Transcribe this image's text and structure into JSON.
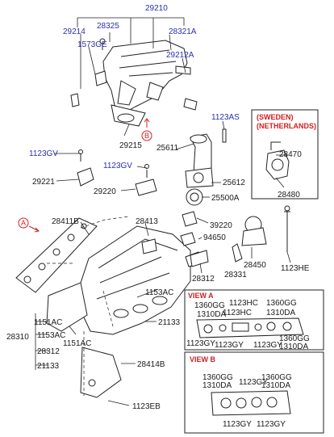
{
  "parts": {
    "p29210": "29210",
    "p29214": "29214",
    "p28325": "28325",
    "p28321A": "28321A",
    "p1573GE": "1573GE",
    "p29212A": "29212A",
    "p1123AS": "1123AS",
    "p29215": "29215",
    "p25611": "25611",
    "p1123GV_a": "1123GV",
    "p29221": "29221",
    "p1123GV_b": "1123GV",
    "p25612": "25612",
    "p29220": "29220",
    "p25500A": "25500A",
    "p28411B": "28411B",
    "p28413": "28413",
    "p39220": "39220",
    "p94650": "94650",
    "p28450": "28450",
    "p28331": "28331",
    "p1123HE": "1123HE",
    "p28312_right": "28312",
    "p1153AC_top": "1153AC",
    "p28470": "28470",
    "p28480": "28480",
    "p1151AC_a": "1151AC",
    "p1153AC_mid": "1153AC",
    "p28310": "28310",
    "p1151AC_b": "1151AC",
    "p28312_left": "28312",
    "p21133_left": "21133",
    "p21133_right": "21133",
    "p28414B": "28414B",
    "p1123EB": "1123EB"
  },
  "callouts": {
    "view_a_marker": "A",
    "view_b_marker": "B"
  },
  "inset_region": {
    "line1": "(SWEDEN)",
    "line2": "(NETHERLANDS)"
  },
  "view_a": {
    "title": "VIEW A",
    "l1360GG": "1360GG",
    "l1310DA": "1310DA",
    "l1123HC_a": "1123HC",
    "l1123HC_b": "1123HC",
    "r1360GG": "1360GG",
    "r1310DA": "1310DA",
    "l1123GY_a": "1123GY",
    "l1123GY_b": "1123GY",
    "l1123GY_c": "1123GY",
    "r1360GG_b": "1360GG",
    "r1310DA_b": "1310DA"
  },
  "view_b": {
    "title": "VIEW B",
    "l1360GG": "1360GG",
    "l1310DA": "1310DA",
    "c1123GY": "1123GY",
    "r1360GG": "1360GG",
    "r1310DA": "1310DA",
    "b1123GY_a": "1123GY",
    "b1123GY_b": "1123GY"
  },
  "colors": {
    "part_number": "#2b2fa8",
    "region_label": "#d02020",
    "line": "#222222"
  }
}
